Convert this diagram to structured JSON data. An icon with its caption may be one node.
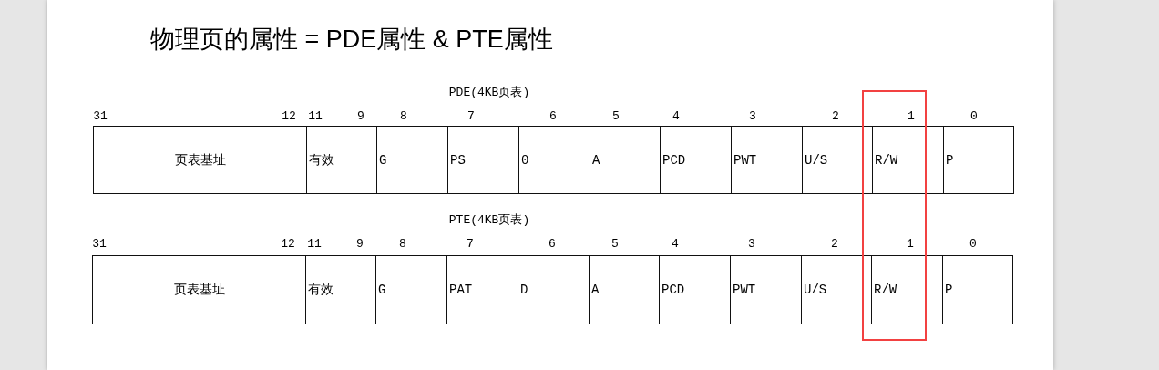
{
  "diagram": {
    "title": "物理页的属性 = PDE属性 & PTE属性",
    "nodes": [
      {
        "text": [
          "PDE(4KB页表)"
        ]
      },
      {
        "text": [
          "页表基址"
        ],
        "in": 0,
        "beside": [
          "31",
          "12"
        ]
      },
      {
        "text": [
          "有效"
        ],
        "in": 0,
        "beside": [
          "11",
          "9"
        ]
      },
      {
        "text": [
          "G"
        ],
        "in": 0,
        "beside": [
          "8"
        ]
      },
      {
        "text": [
          "PS"
        ],
        "in": 0,
        "beside": [
          "7"
        ]
      },
      {
        "text": [
          "0"
        ],
        "in": 0,
        "beside": [
          "6"
        ]
      },
      {
        "text": [
          "A"
        ],
        "in": 0,
        "beside": [
          "5"
        ]
      },
      {
        "text": [
          "PCD"
        ],
        "in": 0,
        "beside": [
          "4"
        ]
      },
      {
        "text": [
          "PWT"
        ],
        "in": 0,
        "beside": [
          "3"
        ]
      },
      {
        "text": [
          "U/S"
        ],
        "in": 0,
        "beside": [
          "2"
        ]
      },
      {
        "text": [
          "R/W"
        ],
        "in": 0,
        "beside": [
          "1"
        ]
      },
      {
        "text": [
          "P"
        ],
        "in": 0,
        "beside": [
          "0"
        ]
      },
      {
        "text": [
          "PTE(4KB页表)"
        ]
      },
      {
        "text": [
          "页表基址"
        ],
        "in": 12,
        "beside": [
          "31",
          "12"
        ]
      },
      {
        "text": [
          "有效"
        ],
        "in": 12,
        "beside": [
          "11",
          "9"
        ]
      },
      {
        "text": [
          "G"
        ],
        "in": 12,
        "beside": [
          "8"
        ]
      },
      {
        "text": [
          "PAT"
        ],
        "in": 12,
        "beside": [
          "7"
        ]
      },
      {
        "text": [
          "D"
        ],
        "in": 12,
        "beside": [
          "6"
        ]
      },
      {
        "text": [
          "A"
        ],
        "in": 12,
        "beside": [
          "5"
        ]
      },
      {
        "text": [
          "PCD"
        ],
        "in": 12,
        "beside": [
          "4"
        ]
      },
      {
        "text": [
          "PWT"
        ],
        "in": 12,
        "beside": [
          "3"
        ]
      },
      {
        "text": [
          "U/S"
        ],
        "in": 12,
        "beside": [
          "2"
        ]
      },
      {
        "text": [
          "R/W"
        ],
        "in": 12,
        "beside": [
          "1"
        ]
      },
      {
        "text": [
          "P"
        ],
        "in": 12,
        "beside": [
          "0"
        ]
      }
    ]
  }
}
